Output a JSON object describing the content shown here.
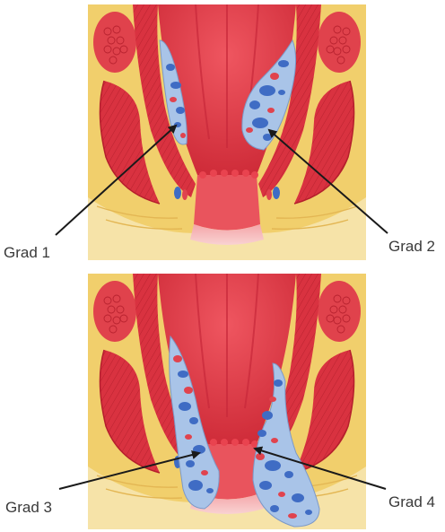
{
  "labels": {
    "grade1": "Grad 1",
    "grade2": "Grad 2",
    "grade3": "Grad 3",
    "grade4": "Grad 4"
  },
  "colors": {
    "fat": "#f1cf6c",
    "fat_dark": "#e3b653",
    "muscle": "#dc3340",
    "muscle_light": "#ee5b63",
    "mucosa": "#e9434f",
    "mucosa_pale": "#f6a8ae",
    "skin": "#f5b7b8",
    "hemorrhoid_bg": "#a9c4e8",
    "vein": "#3f6cc4",
    "artery": "#e0434e",
    "arrow": "#1a1a1a",
    "label_text": "#3a3a3a"
  }
}
